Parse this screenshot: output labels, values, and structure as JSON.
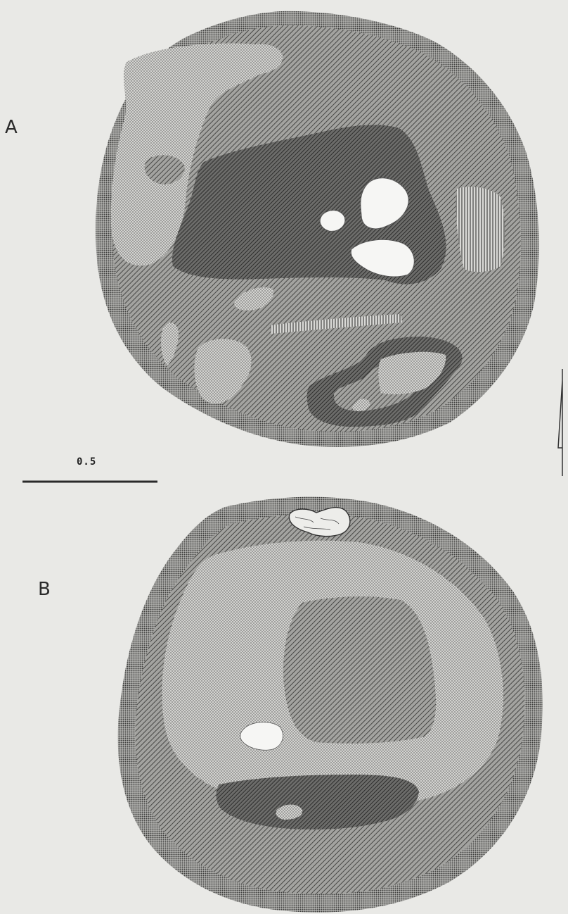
{
  "figure": {
    "panels": [
      {
        "label": "A"
      },
      {
        "label": "B"
      }
    ],
    "scale_bar": {
      "label": "0.5"
    },
    "colors": {
      "background": "#e9e9e6",
      "light_stipple": "#c6c6c3",
      "medium_hatch": "#8c8c8a",
      "dark_zone": "#555553",
      "void": "#f6f6f4",
      "ink": "#2a2a2a"
    }
  }
}
